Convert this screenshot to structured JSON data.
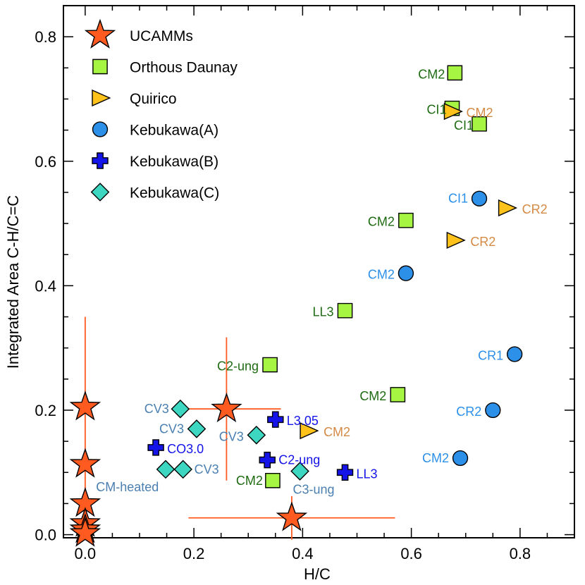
{
  "chart_data": {
    "type": "scatter",
    "xlabel": "H/C",
    "ylabel": "Integrated Area C-H/C=C",
    "xlim": [
      -0.04,
      0.9
    ],
    "ylim": [
      -0.005,
      0.85
    ],
    "x_ticks": [
      0.0,
      0.2,
      0.4,
      0.6,
      0.8
    ],
    "y_ticks": [
      0.0,
      0.2,
      0.4,
      0.6,
      0.8
    ],
    "x_tick_labels": [
      "0.0",
      "0.2",
      "0.4",
      "0.6",
      "0.8"
    ],
    "y_tick_labels": [
      "0.0",
      "0.2",
      "0.4",
      "0.6",
      "0.8"
    ],
    "grid": false,
    "legend_position": "top-left",
    "series": [
      {
        "name": "UCAMMs",
        "marker": "star",
        "color": "#ff5a1f",
        "points": [
          {
            "x": 0.0,
            "y": 0.205,
            "xerr": 0.0,
            "yerr": 0.145
          },
          {
            "x": 0.0,
            "y": 0.113
          },
          {
            "x": 0.0,
            "y": 0.05
          },
          {
            "x": 0.0,
            "y": 0.018
          },
          {
            "x": 0.0,
            "y": 0.008
          },
          {
            "x": 0.0,
            "y": 0.002
          },
          {
            "x": 0.26,
            "y": 0.202,
            "xerr": 0.1,
            "yerr": 0.115
          },
          {
            "x": 0.38,
            "y": 0.027,
            "xerr": 0.19,
            "yerr": 0.035
          }
        ]
      },
      {
        "name": "Orthous Daunay",
        "marker": "square",
        "color": "#a6f542",
        "points": [
          {
            "x": 0.68,
            "y": 0.742,
            "label": "CM2"
          },
          {
            "x": 0.675,
            "y": 0.685,
            "label": "CI1"
          },
          {
            "x": 0.725,
            "y": 0.66,
            "label": "CI1"
          },
          {
            "x": 0.59,
            "y": 0.505,
            "label": "CM2"
          },
          {
            "x": 0.478,
            "y": 0.36,
            "label": "LL3"
          },
          {
            "x": 0.34,
            "y": 0.273,
            "label": "C2-ung"
          },
          {
            "x": 0.575,
            "y": 0.225,
            "label": "CM2"
          },
          {
            "x": 0.345,
            "y": 0.087,
            "label": "CM2"
          }
        ]
      },
      {
        "name": "Quirico",
        "marker": "triangle-right",
        "color": "#ffc21a",
        "points": [
          {
            "x": 0.675,
            "y": 0.68,
            "label": "CM2"
          },
          {
            "x": 0.775,
            "y": 0.525,
            "label": "CR2"
          },
          {
            "x": 0.68,
            "y": 0.473,
            "label": "CR2"
          },
          {
            "x": 0.41,
            "y": 0.167,
            "label": "CM2"
          }
        ]
      },
      {
        "name": "Kebukawa(A)",
        "marker": "circle",
        "color": "#2c8fe8",
        "points": [
          {
            "x": 0.725,
            "y": 0.54,
            "label": "CI1"
          },
          {
            "x": 0.59,
            "y": 0.42,
            "label": "CM2"
          },
          {
            "x": 0.79,
            "y": 0.29,
            "label": "CR1"
          },
          {
            "x": 0.75,
            "y": 0.2,
            "label": "CR2"
          },
          {
            "x": 0.69,
            "y": 0.123,
            "label": "CM2"
          }
        ]
      },
      {
        "name": "Kebukawa(B)",
        "marker": "cross",
        "color": "#1414e8",
        "points": [
          {
            "x": 0.35,
            "y": 0.185,
            "label": "L3.05"
          },
          {
            "x": 0.13,
            "y": 0.14,
            "label": "CO3.0"
          },
          {
            "x": 0.335,
            "y": 0.12,
            "label": "C2-ung"
          },
          {
            "x": 0.478,
            "y": 0.1,
            "label": "LL3"
          }
        ]
      },
      {
        "name": "Kebukawa(C)",
        "marker": "diamond",
        "color": "#3dd6c0",
        "points": [
          {
            "x": 0.175,
            "y": 0.202,
            "label": "CV3"
          },
          {
            "x": 0.205,
            "y": 0.17,
            "label": "CV3"
          },
          {
            "x": 0.315,
            "y": 0.16,
            "label": "CV3"
          },
          {
            "x": 0.148,
            "y": 0.105,
            "label": ""
          },
          {
            "x": 0.18,
            "y": 0.105,
            "label": "CV3"
          },
          {
            "x": 0.395,
            "y": 0.102,
            "label": "C3-ung"
          }
        ]
      }
    ],
    "annotations": [
      {
        "text": "CM-heated",
        "x": 0.02,
        "y": 0.07,
        "color": "#4a7fb0"
      }
    ]
  }
}
